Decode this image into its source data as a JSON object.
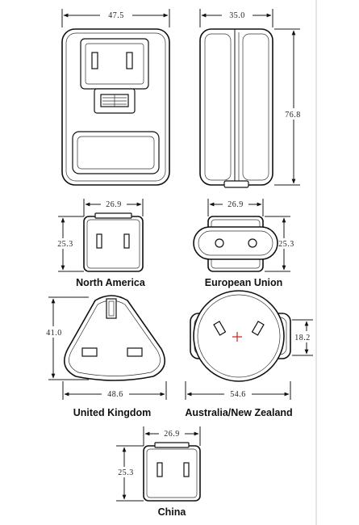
{
  "dimensions": {
    "adapter_front_width": "47.5",
    "adapter_side_width": "35.0",
    "adapter_height": "76.8",
    "na_width": "26.9",
    "na_height": "25.3",
    "eu_width": "26.9",
    "eu_height": "25.3",
    "uk_height": "41.0",
    "uk_width": "48.6",
    "au_width": "54.6",
    "au_height": "18.2",
    "cn_width": "26.9",
    "cn_height": "25.3"
  },
  "labels": {
    "north_america": "North America",
    "european_union": "European Union",
    "united_kingdom": "United Kingdom",
    "australia_nz": "Australia/New Zealand",
    "china": "China"
  }
}
